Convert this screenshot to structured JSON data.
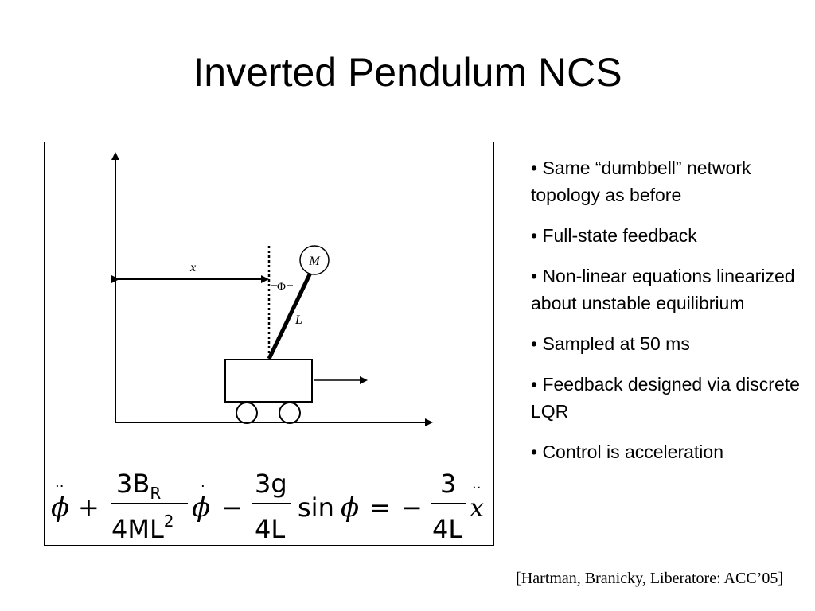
{
  "slide": {
    "title": "Inverted Pendulum NCS"
  },
  "diagram": {
    "x_label": "x",
    "phi_label": "Φ",
    "length_label": "L",
    "mass_label": "M"
  },
  "equation": {
    "phi_symbol": "ϕ",
    "plus": "+",
    "minus": "−",
    "equals": "=",
    "coef1_num": "3B",
    "coef1_num_sub": "R",
    "coef1_den": "4ML",
    "coef1_den_sup": "2",
    "coef2_num": "3g",
    "coef2_den": "4L",
    "sin": "sin",
    "coef3_num": "3",
    "coef3_den": "4L",
    "x_symbol": "x"
  },
  "bullets": [
    "• Same “dumbbell” network topology as before",
    "• Full-state feedback",
    "• Non-linear equations linearized about unstable equilibrium",
    "• Sampled at 50 ms",
    "• Feedback designed via discrete LQR",
    "• Control is acceleration"
  ],
  "citation": "[Hartman, Branicky, Liberatore: ACC’05]"
}
